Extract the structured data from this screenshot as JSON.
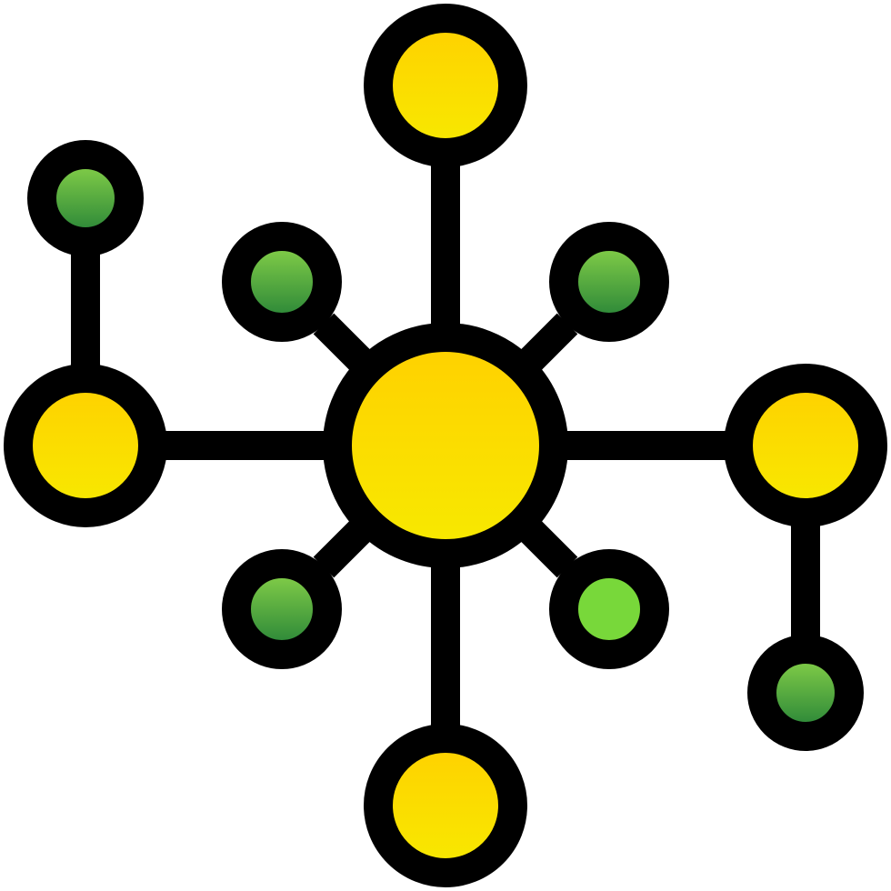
{
  "icon": {
    "name": "network-hub-icon",
    "colors": {
      "outline": "#000000",
      "yellow_top": "#ffd000",
      "yellow_bottom": "#f7ea00",
      "green_top": "#8fd84a",
      "green_bottom": "#1f7d36",
      "green_light": "#78d83a"
    },
    "nodes": [
      {
        "name": "hub-node",
        "color": "yellow"
      },
      {
        "name": "top-node",
        "color": "yellow"
      },
      {
        "name": "bottom-node",
        "color": "yellow"
      },
      {
        "name": "left-node",
        "color": "yellow"
      },
      {
        "name": "right-node",
        "color": "yellow"
      },
      {
        "name": "upper-left-node",
        "color": "green"
      },
      {
        "name": "upper-right-node",
        "color": "green"
      },
      {
        "name": "lower-left-node",
        "color": "green"
      },
      {
        "name": "lower-right-node",
        "color": "green-light"
      },
      {
        "name": "far-left-node",
        "color": "green"
      },
      {
        "name": "far-right-node",
        "color": "green"
      }
    ]
  }
}
